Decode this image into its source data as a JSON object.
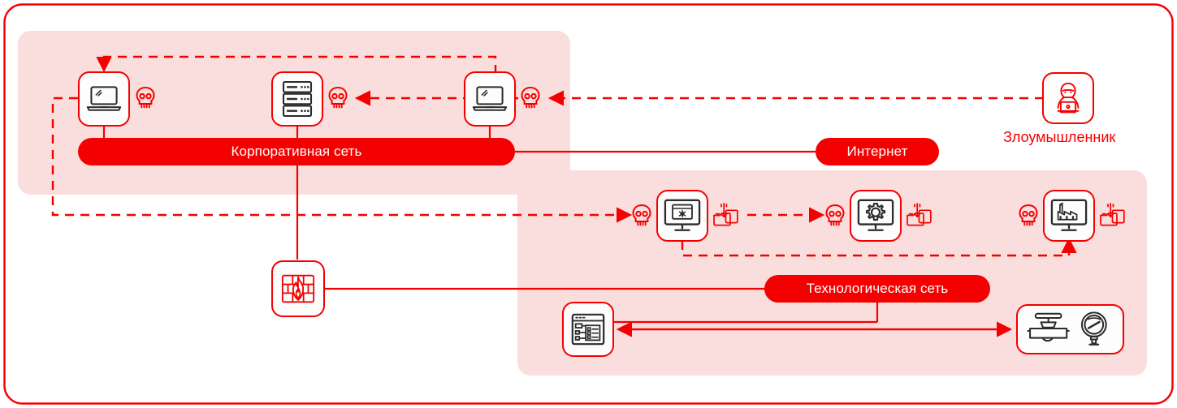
{
  "diagram": {
    "title_colors": {
      "accent_red": "#f50000",
      "zone_fill": "#fadedd",
      "icon_dark": "#2b2b2b",
      "card_fill": "#fdfdfd",
      "page_background": "#ffffff"
    },
    "outer_frame": {
      "name": "diagram-outer-frame"
    },
    "zones": [
      {
        "id": "corporate-zone",
        "name": "corporate-network-zone"
      },
      {
        "id": "technological-zone",
        "name": "technological-network-zone"
      }
    ],
    "pills": [
      {
        "id": "corporate-network",
        "label": "Корпоративная сеть"
      },
      {
        "id": "internet",
        "label": "Интернет"
      },
      {
        "id": "technological-network",
        "label": "Технологическая сеть"
      }
    ],
    "labels": [
      {
        "id": "attacker",
        "label": "Злоумышленник"
      }
    ],
    "nodes": [
      {
        "id": "corp-laptop-left",
        "icon": "laptop-icon",
        "compromised": true,
        "exfiltrated": false
      },
      {
        "id": "corp-server",
        "icon": "server-rack-icon",
        "compromised": true,
        "exfiltrated": false
      },
      {
        "id": "corp-laptop-right",
        "icon": "laptop-icon",
        "compromised": true,
        "exfiltrated": false
      },
      {
        "id": "attacker-node",
        "icon": "hacker-icon",
        "compromised": false,
        "exfiltrated": false
      },
      {
        "id": "firewall",
        "icon": "firewall-icon",
        "compromised": false,
        "exfiltrated": false
      },
      {
        "id": "tech-virus-host",
        "icon": "monitor-virus-icon",
        "compromised": true,
        "exfiltrated": true
      },
      {
        "id": "tech-scada-host",
        "icon": "monitor-gear-icon",
        "compromised": true,
        "exfiltrated": true
      },
      {
        "id": "tech-plant-host",
        "icon": "monitor-factory-icon",
        "compromised": true,
        "exfiltrated": true
      },
      {
        "id": "hmi-console",
        "icon": "hmi-window-icon",
        "compromised": false,
        "exfiltrated": false
      },
      {
        "id": "field-devices",
        "icon": "valve-gauge-icon",
        "compromised": false,
        "exfiltrated": false
      }
    ],
    "connections": [
      {
        "id": "attacker-to-corp-laptop-right",
        "style": "dashed",
        "direction": "left"
      },
      {
        "id": "corp-laptop-right-to-server",
        "style": "dashed",
        "direction": "left"
      },
      {
        "id": "corp-laptop-right-to-laptop-left-top",
        "style": "dashed",
        "direction": "down"
      },
      {
        "id": "corp-laptop-left-to-tech-virus-host",
        "style": "dashed",
        "direction": "right"
      },
      {
        "id": "tech-virus-host-to-scada-host",
        "style": "dashed",
        "direction": "right"
      },
      {
        "id": "tech-virus-host-to-plant-host",
        "style": "dashed",
        "direction": "up"
      },
      {
        "id": "corp-laptop-left-to-corporate-network",
        "style": "solid",
        "direction": "none"
      },
      {
        "id": "corp-server-to-corporate-network",
        "style": "solid",
        "direction": "none"
      },
      {
        "id": "corp-laptop-right-to-corporate-network",
        "style": "solid",
        "direction": "none"
      },
      {
        "id": "corporate-network-to-internet",
        "style": "solid",
        "direction": "none"
      },
      {
        "id": "corporate-network-to-firewall",
        "style": "solid",
        "direction": "none"
      },
      {
        "id": "firewall-to-technological-network",
        "style": "solid",
        "direction": "none"
      },
      {
        "id": "technological-network-to-bus",
        "style": "solid",
        "direction": "none"
      },
      {
        "id": "hmi-to-field-devices",
        "style": "solid",
        "direction": "both"
      }
    ]
  }
}
